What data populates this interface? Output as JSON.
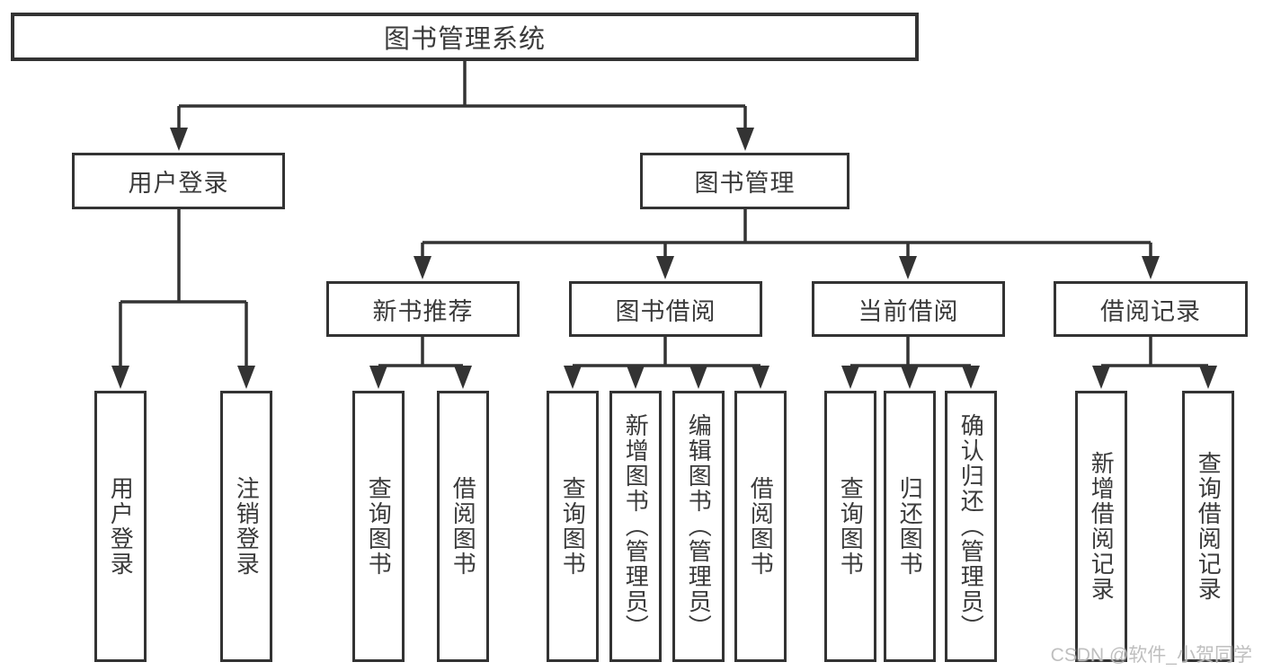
{
  "diagram": {
    "root": {
      "label": "图书管理系统"
    },
    "branches": [
      {
        "label": "用户登录",
        "children": [
          {
            "label": "用户登录"
          },
          {
            "label": "注销登录"
          }
        ]
      },
      {
        "label": "图书管理",
        "children": [
          {
            "label": "新书推荐",
            "children": [
              {
                "label": "查询图书"
              },
              {
                "label": "借阅图书"
              }
            ]
          },
          {
            "label": "图书借阅",
            "children": [
              {
                "label": "查询图书"
              },
              {
                "label": "新增图书（管理员）"
              },
              {
                "label": "编辑图书（管理员）"
              },
              {
                "label": "借阅图书"
              }
            ]
          },
          {
            "label": "当前借阅",
            "children": [
              {
                "label": "查询图书"
              },
              {
                "label": "归还图书"
              },
              {
                "label": "确认归还（管理员）"
              }
            ]
          },
          {
            "label": "借阅记录",
            "children": [
              {
                "label": "新增借阅记录"
              },
              {
                "label": "查询借阅记录"
              }
            ]
          }
        ]
      }
    ],
    "colors": {
      "line": "#333333",
      "text": "#3a3a3a",
      "background": "#ffffff",
      "watermark": "#bababa"
    }
  },
  "watermark": {
    "text": "CSDN @软件_小贺同学"
  }
}
